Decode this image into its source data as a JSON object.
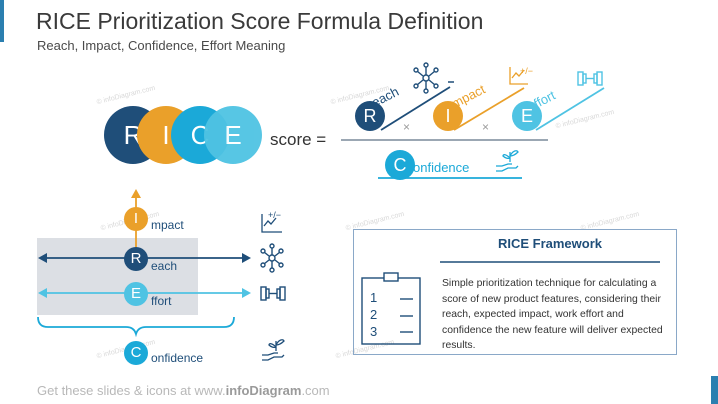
{
  "header": {
    "title": "RICE Prioritization Score Formula Definition",
    "subtitle": "Reach, Impact, Confidence, Effort Meaning"
  },
  "rice": {
    "letters": [
      "R",
      "I",
      "C",
      "E"
    ]
  },
  "formula": {
    "score_label": "score =",
    "times": "×",
    "reach": {
      "letter": "R",
      "rest": "each"
    },
    "impact": {
      "letter": "I",
      "rest": "mpact"
    },
    "effort": {
      "letter": "E",
      "rest": "ffort"
    },
    "confidence": {
      "letter": "C",
      "rest": "onfidence"
    },
    "impact_icon_text": "+/−"
  },
  "axis_diagram": {
    "impact": {
      "letter": "I",
      "rest": "mpact"
    },
    "reach": {
      "letter": "R",
      "rest": "each"
    },
    "effort": {
      "letter": "E",
      "rest": "ffort"
    },
    "confidence": {
      "letter": "C",
      "rest": "onfidence"
    },
    "impact_icon_text": "+/−"
  },
  "panel": {
    "title": "RICE Framework",
    "description": "Simple prioritization technique for calculating a score of new product features, considering their reach, expected impact, work effort and confidence the new feature will deliver expected results.",
    "list_numbers": [
      "1",
      "2",
      "3"
    ]
  },
  "footer": {
    "prefix": "Get these slides & icons at www.",
    "brand": "infoDiagram",
    "suffix": ".com"
  },
  "watermark": "© infoDiagram.com",
  "colors": {
    "reach": "#1f4e79",
    "impact": "#eaa02a",
    "confidence": "#1ba9d8",
    "effort": "#4fc3e3",
    "panel_border": "#8aa8c8",
    "gray_band": "#dcdfe4"
  }
}
